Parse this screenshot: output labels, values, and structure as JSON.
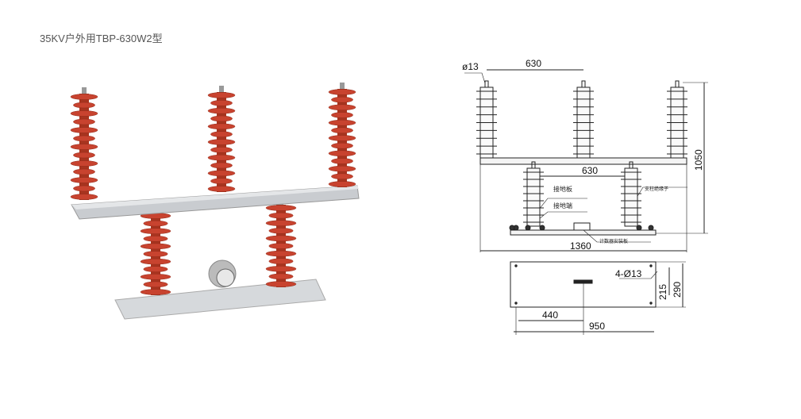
{
  "title": "35KV户外用TBP-630W2型",
  "drawing": {
    "dims": {
      "hole_top": "ø13",
      "top_spacing": "630",
      "height": "1050",
      "lower_spacing": "630",
      "width": "1360",
      "holes": "4-Ø13",
      "d215": "215",
      "d290": "290",
      "d440": "440",
      "d950": "950"
    },
    "labels": {
      "ground_plate": "接地板",
      "ground_terminal": "接地端",
      "post_insulator": "支柱绝缘子",
      "counter_plate": "计数器安装板"
    }
  },
  "colors": {
    "insulator": "#c8432f",
    "metal": "#c9ccd0"
  }
}
